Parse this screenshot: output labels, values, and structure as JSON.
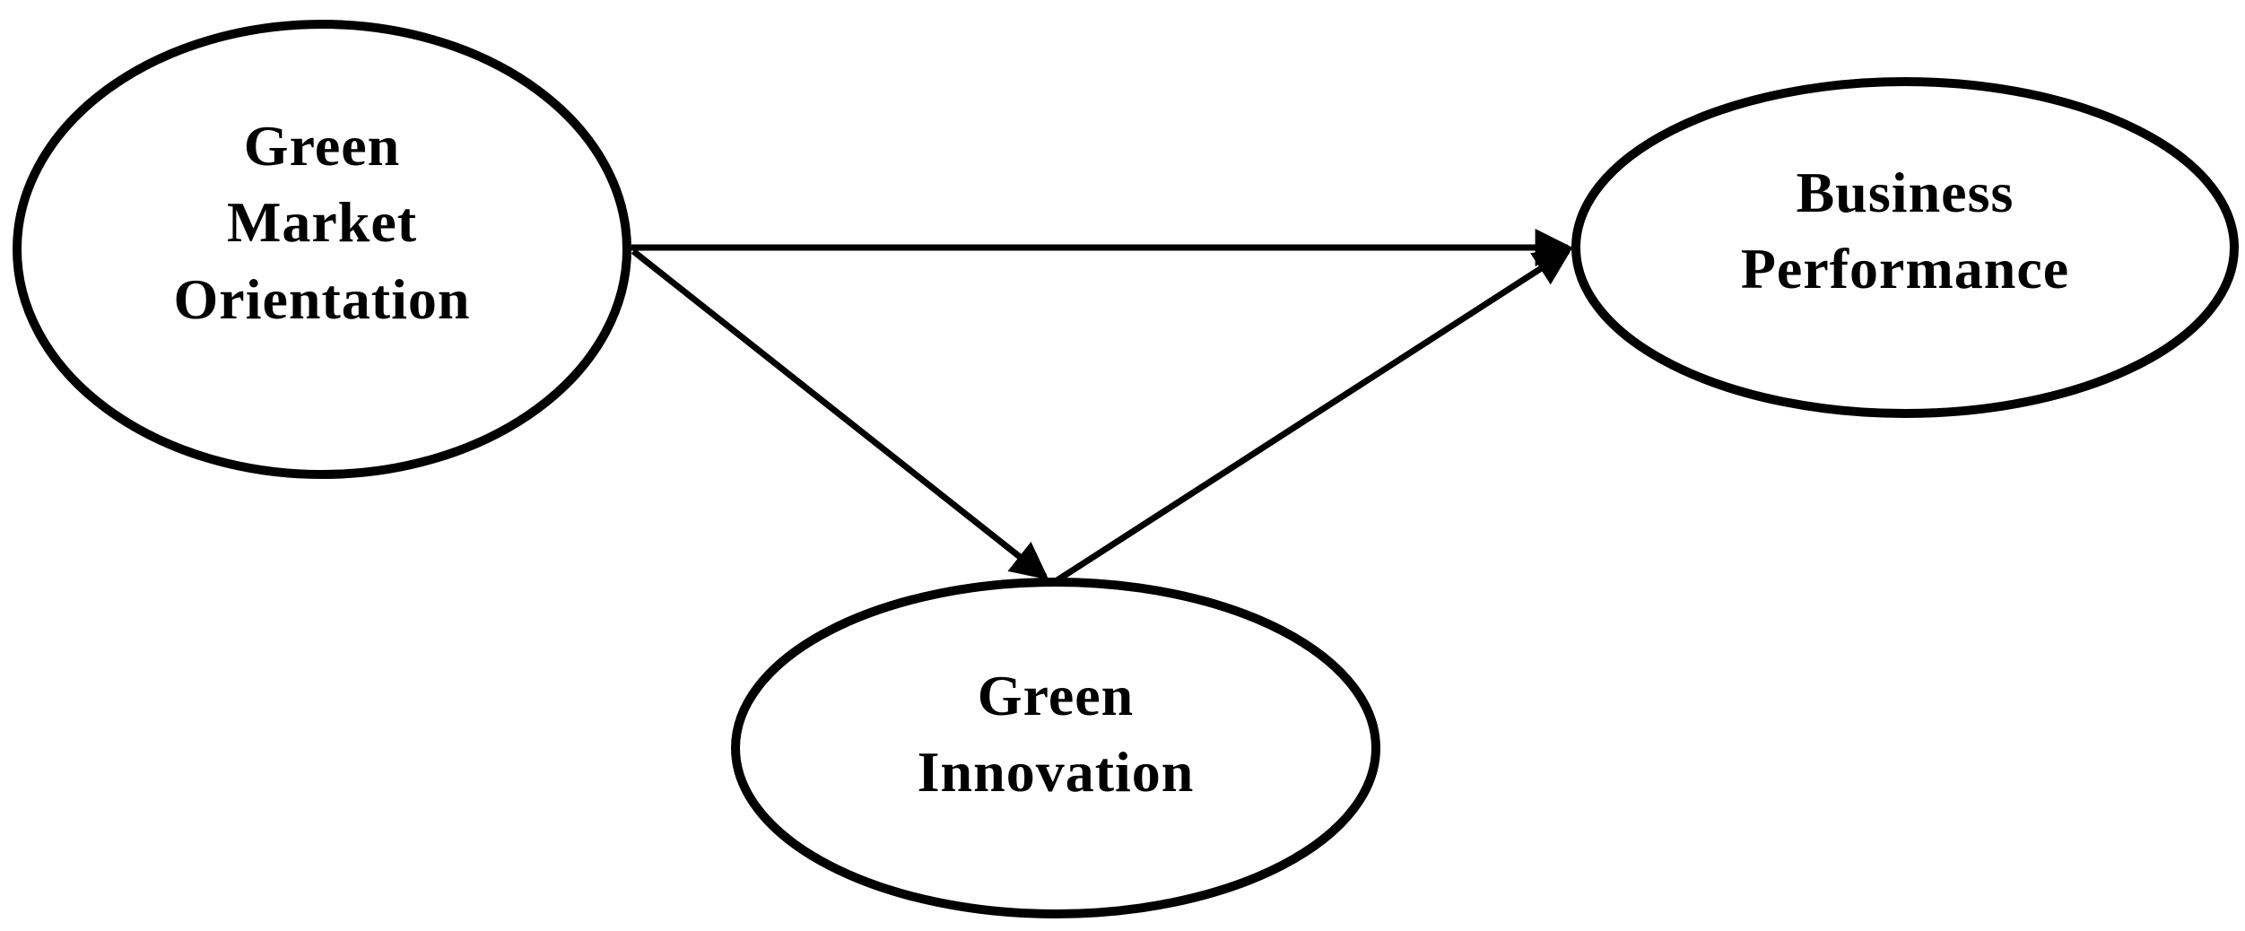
{
  "diagram": {
    "nodes": {
      "gmo": {
        "lines": [
          "Green",
          "Market",
          "Orientation"
        ]
      },
      "bp": {
        "lines": [
          "Business",
          "Performance"
        ]
      },
      "gi": {
        "lines": [
          "Green",
          "Innovation"
        ]
      }
    },
    "edges": [
      {
        "from": "gmo",
        "to": "bp"
      },
      {
        "from": "gmo",
        "to": "gi"
      },
      {
        "from": "gi",
        "to": "bp"
      }
    ],
    "colors": {
      "stroke": "#000000",
      "fill": "#ffffff",
      "text": "#000000"
    }
  }
}
